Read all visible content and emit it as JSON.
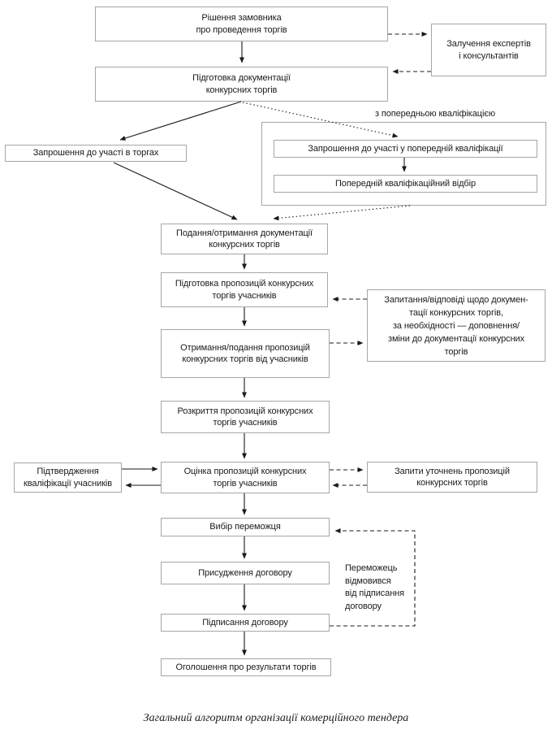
{
  "diagram": {
    "caption": "Загальний алгоритм організації комерційного тендера",
    "prequal_group_label": "з попередньою кваліфікацією",
    "colors": {
      "box_border": "#a6a6a6",
      "text": "#1b1b1b",
      "arrow": "#1a1a1a",
      "background": "#ffffff"
    },
    "nodes": {
      "decision": "Рішення замовника\nпро проведення торгів",
      "experts": "Залучення експертів\nі консультантів",
      "docs_prep": "Підготовка документації\nконкурсних торгів",
      "invite_tender": "Запрошення до участі в торгах",
      "invite_prequal": "Запрошення до участі у попередній кваліфікації",
      "prequal_selection": "Попередній кваліфікаційний відбір",
      "docs_submit": "Подання/отримання документації\nконкурсних торгів",
      "proposals_prep": "Підготовка пропозицій конкурсних\nторгів учасників",
      "qa": "Запитання/відповіді щодо докумен-\nтації конкурсних торгів,\nза необхідності — доповнення/\nзміни до документації конкурсних\nторгів",
      "proposals_receive": "Отримання/подання пропозицій\nконкурсних торгів від учасників",
      "proposals_open": "Розкриття пропозицій конкурсних\nторгів учасників",
      "qualification_confirm": "Підтвердження\nкваліфікації учасників",
      "evaluation": "Оцінка пропозицій конкурсних\nторгів учасників",
      "clarifications": "Запити уточнень пропозицій\nконкурсних торгів",
      "winner_select": "Вибір переможця",
      "contract_award": "Присудження договору",
      "winner_refused": "Переможець\nвідмовився\nвід підписання\nдоговору",
      "contract_sign": "Підписання договору",
      "results_announce": "Оголошення про результати торгів"
    }
  }
}
